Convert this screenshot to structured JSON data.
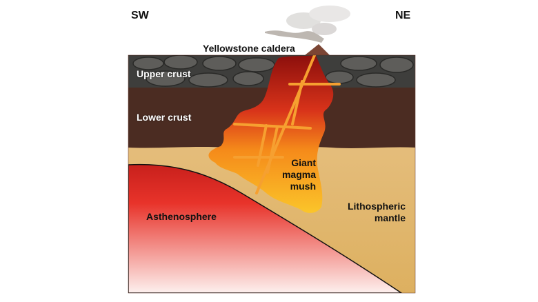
{
  "directions": {
    "left": "SW",
    "right": "NE"
  },
  "labels": {
    "caldera": "Yellowstone caldera",
    "upper_crust": "Upper crust",
    "lower_crust": "Lower crust",
    "magma_line1": "Giant",
    "magma_line2": "magma",
    "magma_line3": "mush",
    "asthenosphere": "Asthenosphere",
    "mantle_line1": "Lithospheric",
    "mantle_line2": "mantle"
  },
  "colors": {
    "upper_crust": "#4a4a48",
    "lower_crust": "#4b2c22",
    "lithospheric_mantle": "#e2b772",
    "asthenosphere_top": "#e8332a",
    "asthenosphere_bottom": "#fbe9e6",
    "magma": "#f7a21c",
    "magma_deep": "#9e1410"
  }
}
